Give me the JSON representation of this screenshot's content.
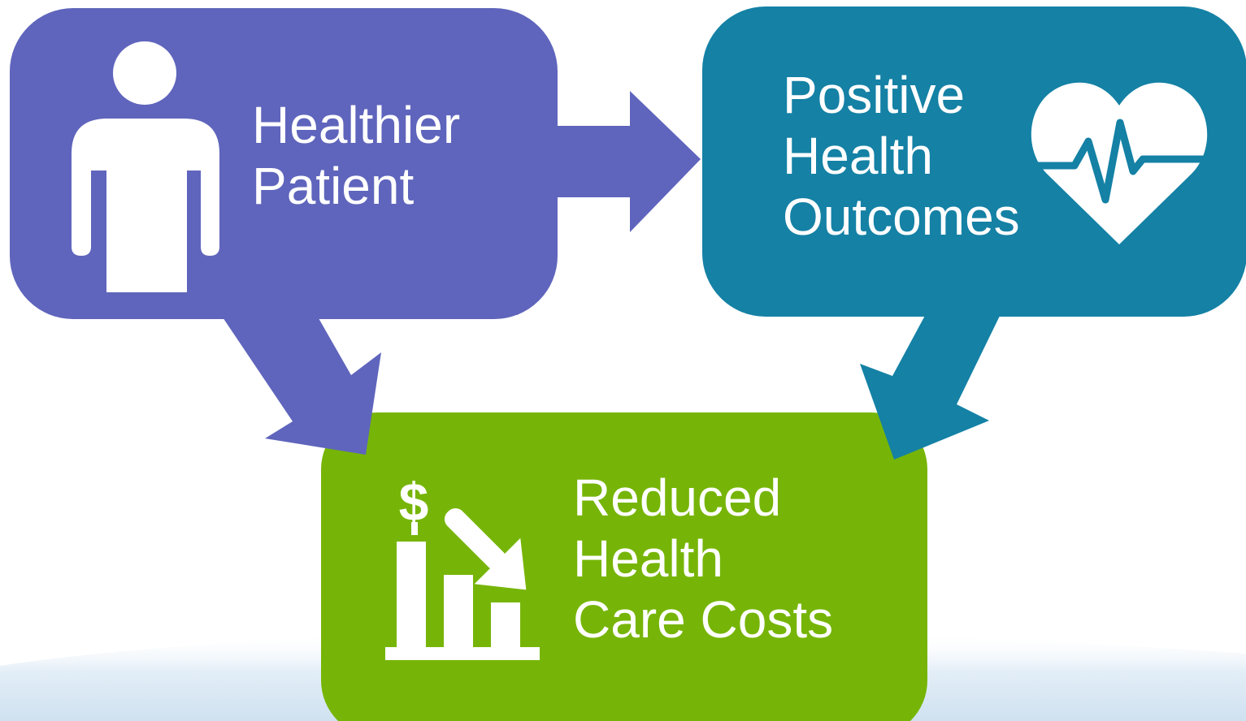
{
  "diagram": {
    "nodes": [
      {
        "id": "patient",
        "lines": [
          "Healthier",
          "Patient"
        ],
        "color": "#5f65bc",
        "icon": "person-icon"
      },
      {
        "id": "outcomes",
        "lines": [
          "Positive",
          "Health",
          "Outcomes"
        ],
        "color": "#1481a5",
        "icon": "heart-pulse-icon"
      },
      {
        "id": "costs",
        "lines": [
          "Reduced",
          "Health",
          "Care Costs"
        ],
        "color": "#76b507",
        "icon": "cost-down-chart-icon"
      }
    ],
    "edges": [
      {
        "from": "patient",
        "to": "outcomes",
        "color": "#5f65bc"
      },
      {
        "from": "patient",
        "to": "costs",
        "color": "#5f65bc"
      },
      {
        "from": "outcomes",
        "to": "costs",
        "color": "#1481a5"
      }
    ],
    "icon_text": {
      "dollar": "$"
    },
    "colors": {
      "text": "#ffffff",
      "backdrop_wave": "#d6e6f3"
    }
  }
}
